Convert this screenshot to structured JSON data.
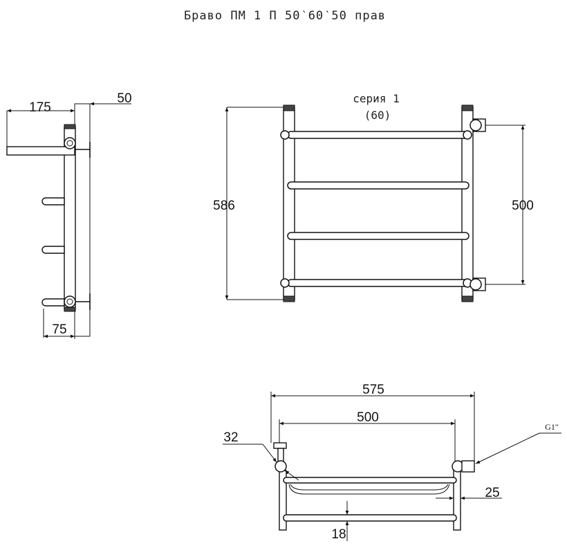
{
  "title": "Браво ПМ 1 П 50‵60‵50 прав",
  "series": {
    "line1": "серия 1",
    "line2": "(60)"
  },
  "side_view": {
    "dim_width": "175",
    "dim_wall": "50",
    "dim_bottom": "75"
  },
  "front_view": {
    "dim_height": "586",
    "dim_axis": "500"
  },
  "top_view": {
    "dim_overall": "575",
    "dim_axis": "500",
    "dim_pipe": "32",
    "dim_offset": "25",
    "dim_bar": "18",
    "thread": "G1″"
  }
}
